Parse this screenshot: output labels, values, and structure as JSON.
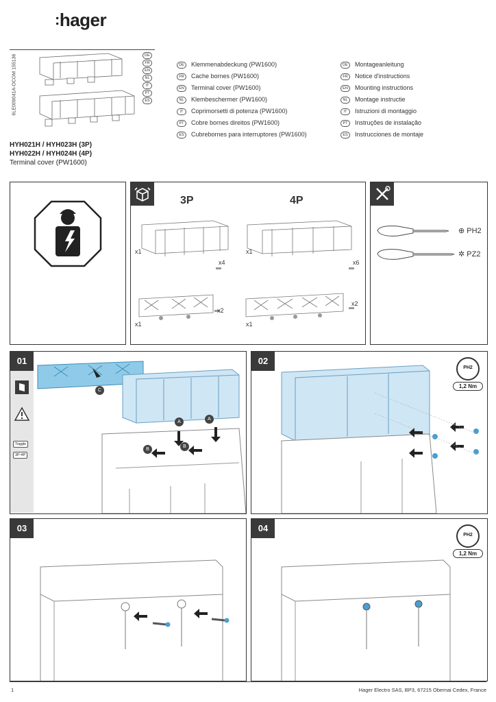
{
  "brand": "hager",
  "doc_id": "6LE009041A-OCOM 155136",
  "product_lang_badges": [
    "DE",
    "FR",
    "EN",
    "NL",
    "IT",
    "PT",
    "ES"
  ],
  "product_names": [
    {
      "lang": "DE",
      "text": "Klemmenabdeckung (PW1600)"
    },
    {
      "lang": "FR",
      "text": "Cache bornes (PW1600)"
    },
    {
      "lang": "EN",
      "text": "Terminal cover (PW1600)"
    },
    {
      "lang": "NL",
      "text": "Klembeschermer (PW1600)"
    },
    {
      "lang": "IT",
      "text": "Coprimorsetti di potenza (PW1600)"
    },
    {
      "lang": "PT",
      "text": "Cobre bornes direitos (PW1600)"
    },
    {
      "lang": "ES",
      "text": "Cubrebornes para interruptores (PW1600)"
    }
  ],
  "instructions": [
    {
      "lang": "DE",
      "text": "Montageanleitung"
    },
    {
      "lang": "FR",
      "text": "Notice d'instructions"
    },
    {
      "lang": "EN",
      "text": "Mounting instructions"
    },
    {
      "lang": "NL",
      "text": "Montage instructie"
    },
    {
      "lang": "IT",
      "text": "Istruzioni di montaggio"
    },
    {
      "lang": "PT",
      "text": "Instruções de instalação"
    },
    {
      "lang": "ES",
      "text": "Instrucciones de montaje"
    }
  ],
  "title": {
    "line1": "HYH021H / HYH023H (3P)",
    "line2": "HYH022H / HYH024H (4P)",
    "line3": "Terminal cover (PW1600)"
  },
  "contents": {
    "label_3p": "3P",
    "label_4p": "4P",
    "qty_3p_cover": "x1",
    "qty_3p_screws": "x4",
    "qty_3p_plate": "x1",
    "qty_3p_plate_screws": "x2",
    "qty_4p_cover": "x1",
    "qty_4p_screws": "x6",
    "qty_4p_plate": "x1",
    "qty_4p_plate_screws": "x2"
  },
  "tools": {
    "tool1": "PH2",
    "tool2": "PZ2"
  },
  "steps": [
    {
      "num": "01",
      "tags": [
        "Toggle",
        "3P-4P"
      ],
      "callouts": [
        "A",
        "A",
        "B",
        "B",
        "C"
      ]
    },
    {
      "num": "02",
      "torque_tool": "PH2",
      "torque": "1,2 Nm"
    },
    {
      "num": "03"
    },
    {
      "num": "04",
      "torque_tool": "PH2",
      "torque": "1,2 Nm"
    }
  ],
  "footer": {
    "page": "1",
    "address": "Hager Electro SAS, BP3, 67215 Obernai Cedex, France"
  },
  "colors": {
    "highlight_blue": "#8fcbe8",
    "light_blue": "#cfe6f5",
    "dark": "#3a3a3a"
  }
}
